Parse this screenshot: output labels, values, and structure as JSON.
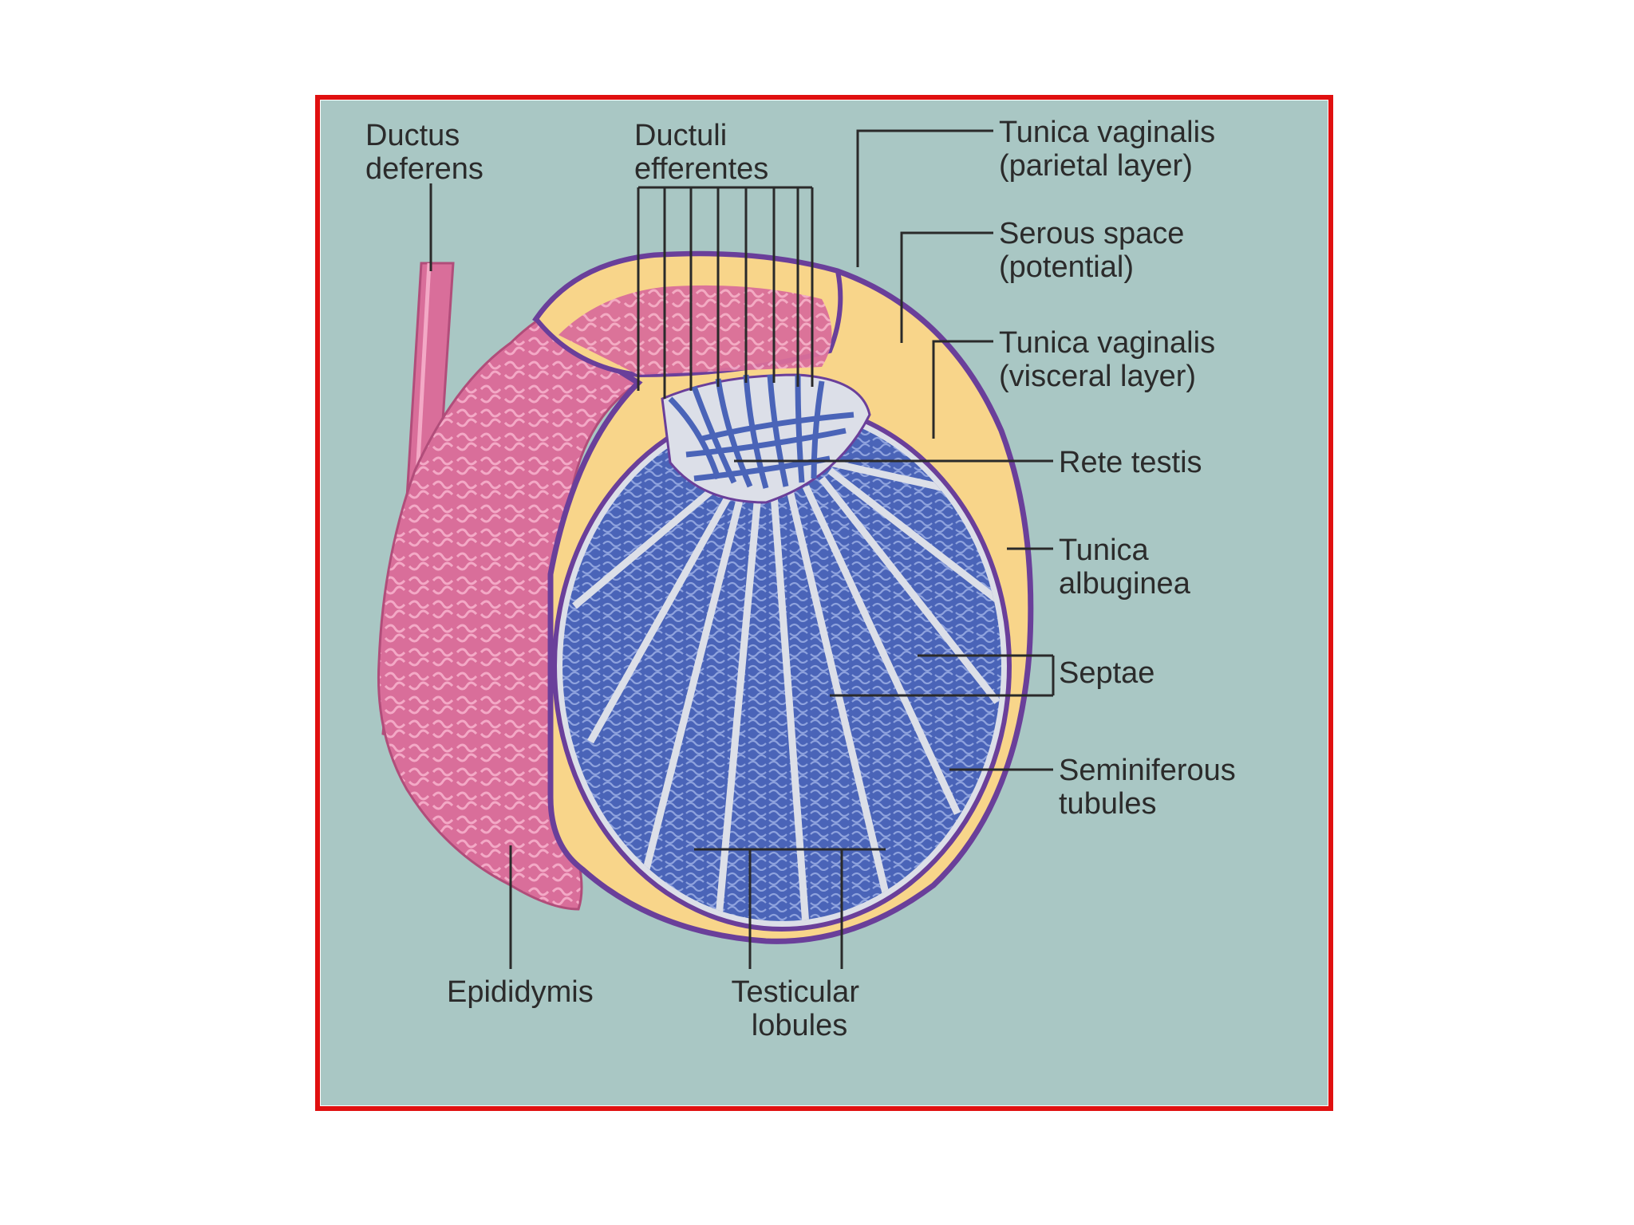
{
  "colors": {
    "frame": "#e01010",
    "panel": "#a9c7c4",
    "tunica_vaginalis": "#6a3f9a",
    "serous_space": "#f8d58a",
    "epididymis": "#d96e9a",
    "epididymis_highlight": "#f3a9c6",
    "tubules": "#4a64b8",
    "septae": "#dcdfe8"
  },
  "labels": {
    "ductus_deferens": [
      "Ductus",
      "deferens"
    ],
    "ductuli_efferentes": [
      "Ductuli",
      "efferentes"
    ],
    "tunica_vaginalis_parietal": [
      "Tunica vaginalis",
      "(parietal layer)"
    ],
    "serous_space": [
      "Serous space",
      "(potential)"
    ],
    "tunica_vaginalis_visceral": [
      "Tunica vaginalis",
      "(visceral layer)"
    ],
    "rete_testis": "Rete testis",
    "tunica_albuginea": [
      "Tunica",
      "albuginea"
    ],
    "septae": "Septae",
    "seminiferous_tubules": [
      "Seminiferous",
      "tubules"
    ],
    "epididymis": "Epididymis",
    "testicular_lobules": [
      "Testicular",
      "lobules"
    ]
  }
}
